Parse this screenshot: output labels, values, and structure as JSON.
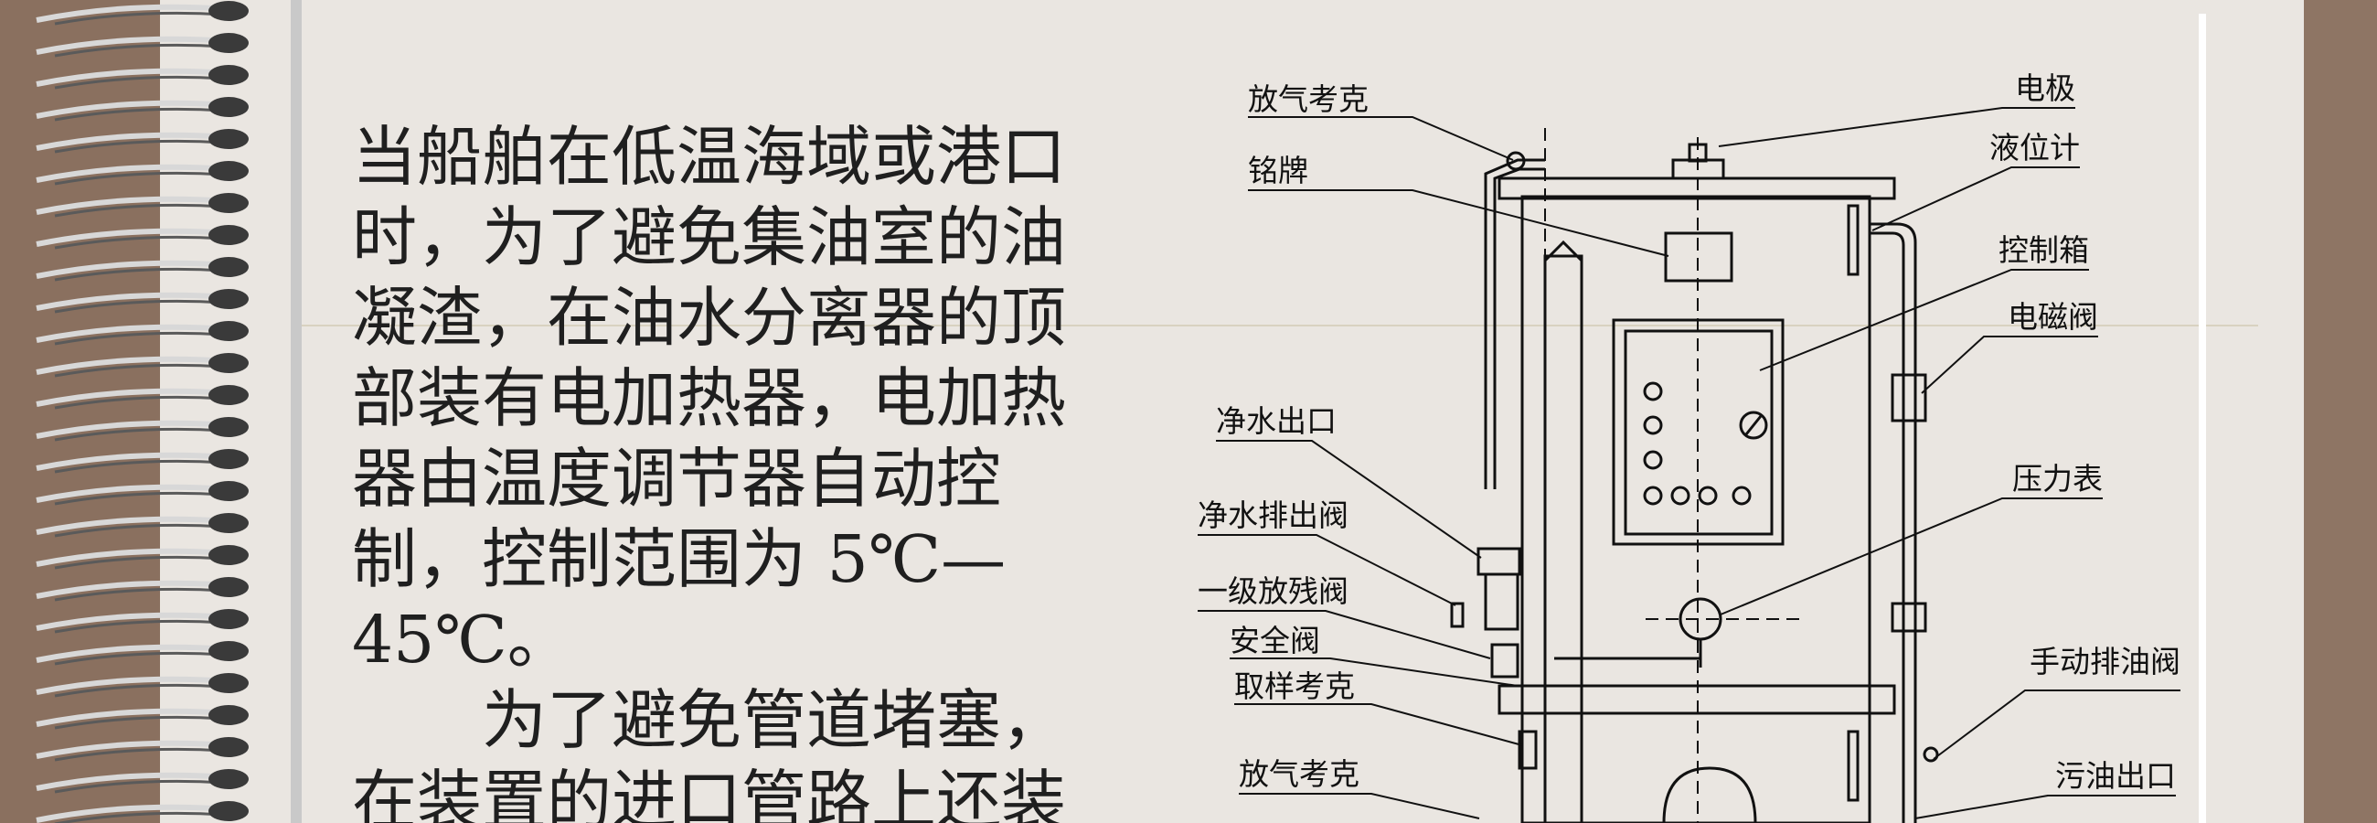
{
  "paragraph1": "当船舶在低温海域或港口时，为了避免集油室的油凝渣，在油水分离器的顶部装有电加热器，电加热器由温度调节器自动控制，控制范围为 5℃—45℃。",
  "paragraph2": "为了避免管道堵塞，在装置的进口管路上还装",
  "diagram": {
    "labels": {
      "vent_cock_top": "放气考克",
      "nameplate": "铭牌",
      "clean_water_outlet": "净水出口",
      "clean_water_drain_valve": "净水排出阀",
      "primary_residue_valve": "一级放残阀",
      "safety_valve": "安全阀",
      "sampling_cock": "取样考克",
      "vent_cock_bottom": "放气考克",
      "electrode": "电极",
      "level_gauge": "液位计",
      "control_box": "控制箱",
      "solenoid_valve": "电磁阀",
      "pressure_gauge": "压力表",
      "manual_oil_drain_valve": "手动排油阀",
      "waste_oil_outlet": "污油出口"
    }
  }
}
